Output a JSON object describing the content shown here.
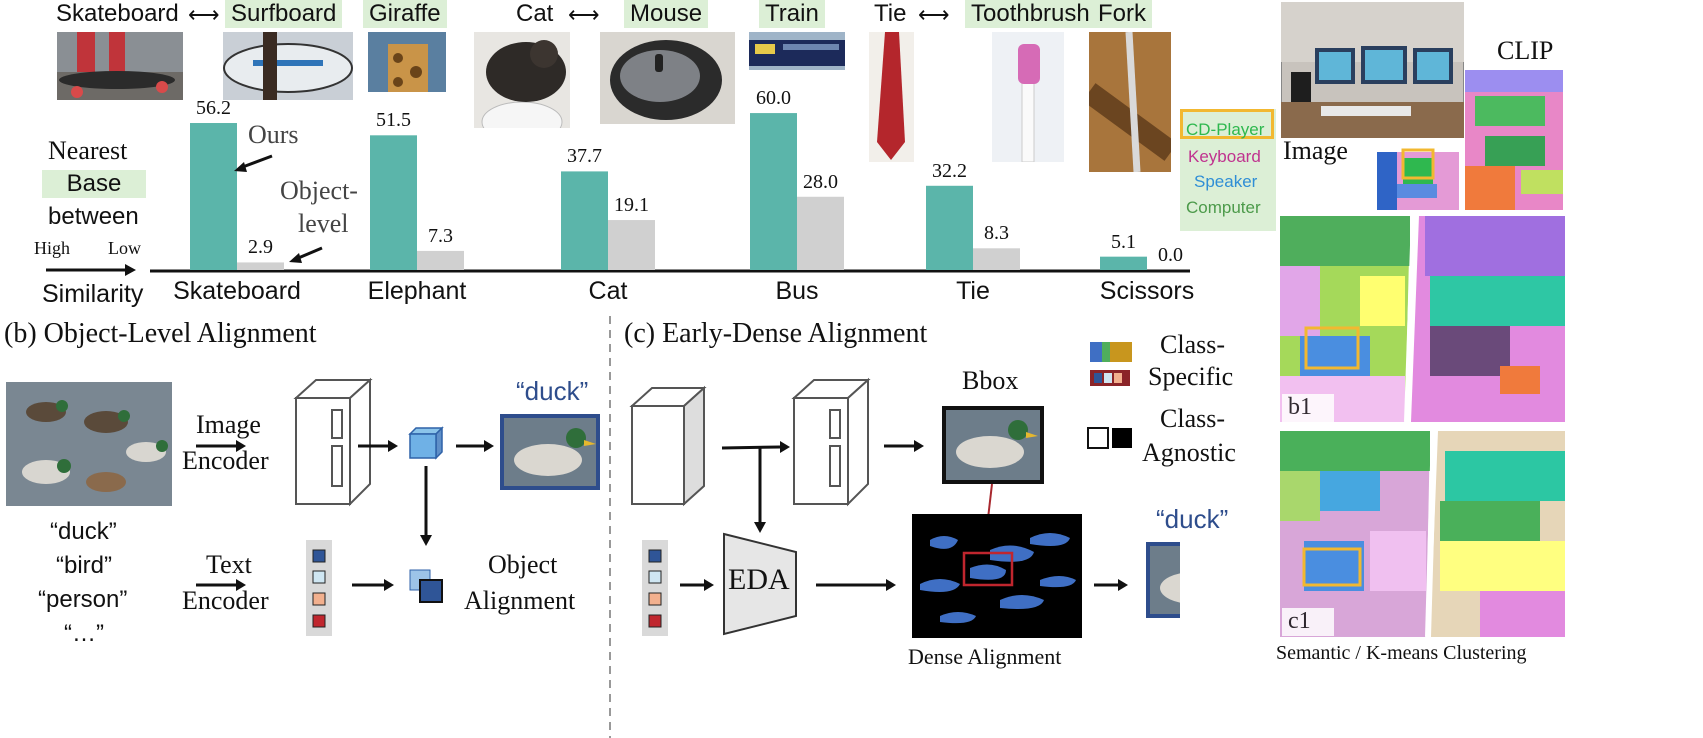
{
  "top_pairs": [
    {
      "left": "Skateboard",
      "right": "Surfboard"
    },
    {
      "left": "Cat",
      "right": "Mouse"
    },
    {
      "left": "Tie",
      "right": "Toothbrush"
    }
  ],
  "top_singles": [
    "Giraffe",
    "Train",
    "Fork"
  ],
  "legend": {
    "title_line1": "Nearest",
    "title_line2": "Base",
    "title_line3": "between",
    "high": "High",
    "low": "Low",
    "axis": "Similarity"
  },
  "annotations": {
    "ours": "Ours",
    "object_level_1": "Object-",
    "object_level_2": "level"
  },
  "chart_data": {
    "type": "bar",
    "categories": [
      "Skateboard",
      "Elephant",
      "Cat",
      "Bus",
      "Tie",
      "Scissors"
    ],
    "series": [
      {
        "name": "Ours",
        "values": [
          56.2,
          51.5,
          37.7,
          60.0,
          32.2,
          5.1
        ],
        "color": "#5bb5aa"
      },
      {
        "name": "Object-level",
        "values": [
          2.9,
          7.3,
          19.1,
          28.0,
          8.3,
          0.0
        ],
        "color": "#d0d0d0"
      }
    ],
    "value_labels": [
      [
        "56.2",
        "2.9"
      ],
      [
        "51.5",
        "7.3"
      ],
      [
        "37.7",
        "19.1"
      ],
      [
        "60.0",
        "28.0"
      ],
      [
        "32.2",
        "8.3"
      ],
      [
        "5.1",
        "0.0"
      ]
    ],
    "ylim": [
      0,
      65
    ]
  },
  "color_legend": {
    "items": [
      {
        "label": "CD-Player",
        "color": "#2fb84f"
      },
      {
        "label": "Keyboard",
        "color": "#c0338f"
      },
      {
        "label": "Speaker",
        "color": "#2f8ed6"
      },
      {
        "label": "Computer",
        "color": "#4c9a4a"
      }
    ]
  },
  "right_panel": {
    "clip_label": "CLIP",
    "image_label": "Image",
    "b1": "b1",
    "c1": "c1",
    "caption": "Semantic / K-means Clustering"
  },
  "panel_b": {
    "title": "(b) Object-Level Alignment",
    "image_encoder_1": "Image",
    "image_encoder_2": "Encoder",
    "text_encoder_1": "Text",
    "text_encoder_2": "Encoder",
    "words": [
      "“duck”",
      "“bird”",
      "“person”",
      "“…”"
    ],
    "duck_label": "“duck”",
    "object_alignment_1": "Object",
    "object_alignment_2": "Alignment"
  },
  "panel_c": {
    "title": "(c) Early-Dense Alignment",
    "bbox": "Bbox",
    "eda": "EDA",
    "dense_alignment": "Dense Alignment",
    "duck_label": "“duck”",
    "class_specific_1": "Class-",
    "class_specific_2": "Specific",
    "class_agnostic_1": "Class-",
    "class_agnostic_2": "Agnostic"
  }
}
